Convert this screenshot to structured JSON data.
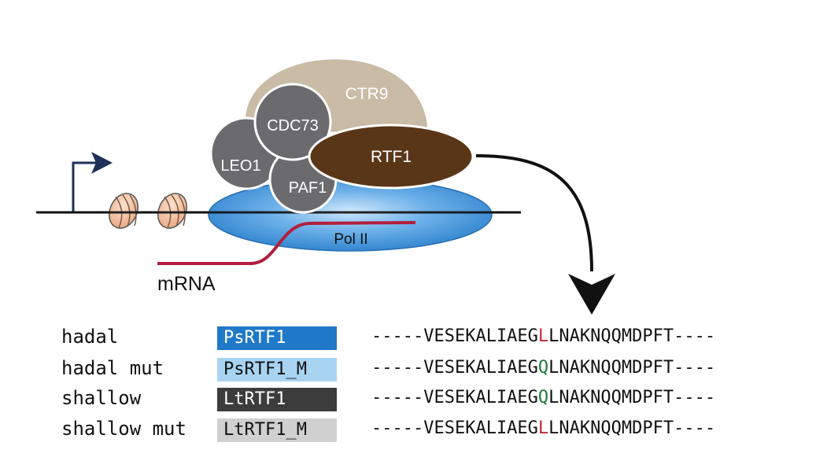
{
  "diagram": {
    "complex_labels": {
      "ctr9": "CTR9",
      "cdc73": "CDC73",
      "leo1": "LEO1",
      "paf1": "PAF1",
      "rtf1": "RTF1",
      "pol2": "Pol II",
      "mrna": "mRNA"
    },
    "colors": {
      "ctr9": "#c9bba6",
      "small_subunits": "#6b6b6e",
      "rtf1": "#5a3618",
      "pol2": "#3a8fd6",
      "mrna": "#b21e3c",
      "promoter_arrow": "#1f3158",
      "nucleosome": "#f4c2a2"
    },
    "icons": [
      "promoter-arrow-icon",
      "nucleosome-icon",
      "curved-arrow-icon"
    ]
  },
  "alignment": {
    "rows": [
      {
        "condition": "hadal",
        "protein": "PsRTF1",
        "tag_bg": "#1f78c8",
        "tag_fg": "#ffffff",
        "seq_prefix": "-----VESEKALIAEG",
        "residue": "L",
        "residue_color": "#c0272d",
        "seq_suffix": "LNAKNQQMDPFT----"
      },
      {
        "condition": "hadal mut",
        "protein": "PsRTF1_M",
        "tag_bg": "#a8d4f2",
        "tag_fg": "#111111",
        "seq_prefix": "-----VESEKALIAEG",
        "residue": "Q",
        "residue_color": "#1e7b3a",
        "seq_suffix": "LNAKNQQMDPFT----"
      },
      {
        "condition": "shallow",
        "protein": "LtRTF1",
        "tag_bg": "#3c3c3c",
        "tag_fg": "#ffffff",
        "seq_prefix": "-----VESEKALIAEG",
        "residue": "Q",
        "residue_color": "#1e7b3a",
        "seq_suffix": "LNAKNQQMDPFT----"
      },
      {
        "condition": "shallow mut",
        "protein": "LtRTF1_M",
        "tag_bg": "#d0d0d0",
        "tag_fg": "#111111",
        "seq_prefix": "-----VESEKALIAEG",
        "residue": "L",
        "residue_color": "#c0272d",
        "seq_suffix": "LNAKNQQMDPFT----"
      }
    ]
  }
}
